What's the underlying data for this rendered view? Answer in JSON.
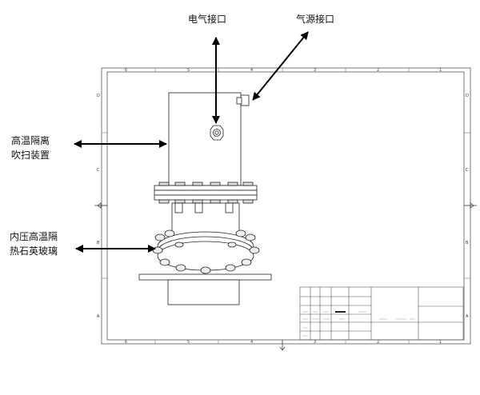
{
  "callouts": {
    "electrical_port": "电气接口",
    "gas_port": "气源接口",
    "purge_device_line1": "高温隔离",
    "purge_device_line2": "吹扫装置",
    "glass_line1": "内压高温隔",
    "glass_line2": "热石英玻璃"
  },
  "drawing_frame": {
    "column_labels": [
      "6",
      "5",
      "4",
      "3",
      "2",
      "1"
    ],
    "row_labels": [
      "D",
      "C",
      "B",
      "A"
    ]
  },
  "colors": {
    "line": "#222222",
    "frame": "#555555",
    "arrow": "#000000"
  }
}
